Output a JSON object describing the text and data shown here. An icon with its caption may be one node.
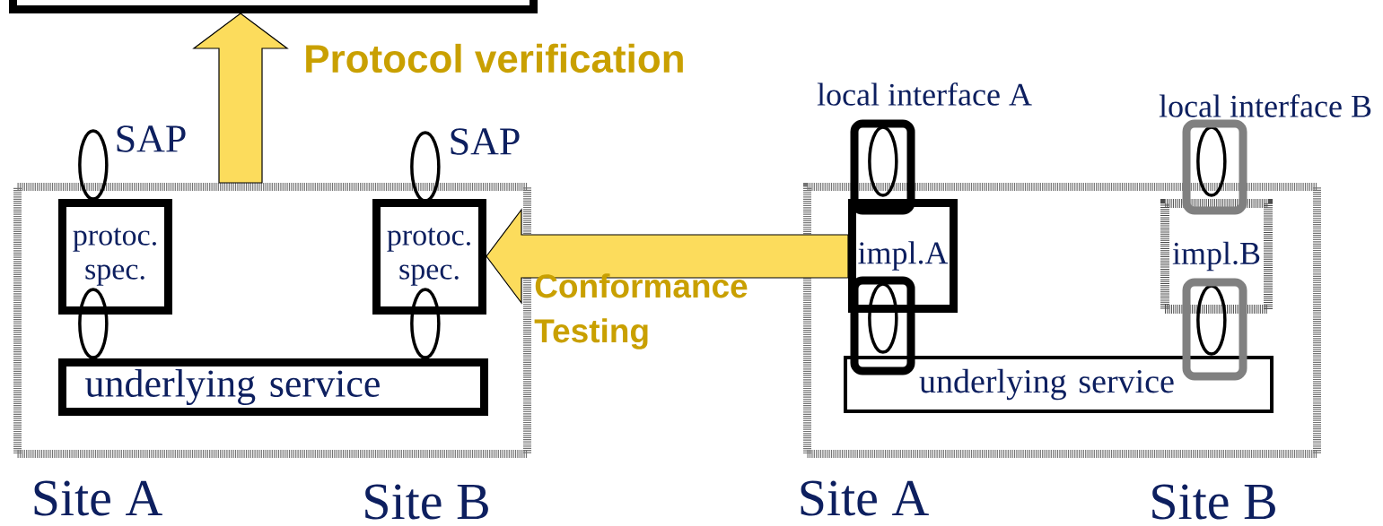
{
  "diagram": {
    "nodes": [
      {
        "text": [],
        "shape": "box"
      },
      {
        "text": [],
        "shape": "box"
      },
      {
        "text": [
          "protoc. spec."
        ],
        "in": 1
      },
      {
        "text": [
          "protoc. spec."
        ],
        "in": 1
      },
      {
        "text": [
          "underlying service"
        ],
        "in": 1
      },
      {
        "text": [],
        "shape": "box"
      },
      {
        "text": [
          "impl.A"
        ],
        "in": 5
      },
      {
        "text": [
          "impl.B"
        ],
        "in": 5
      },
      {
        "text": [
          "underlying service"
        ],
        "in": 5
      },
      {
        "text": [],
        "shape": "ellipse"
      },
      {
        "text": [],
        "shape": "ellipse",
        "in": 1
      },
      {
        "text": [],
        "shape": "ellipse"
      },
      {
        "text": [],
        "shape": "ellipse",
        "in": 1
      },
      {
        "text": [],
        "shape": "ellipse"
      },
      {
        "text": [],
        "shape": "ellipse",
        "in": 5
      },
      {
        "text": [],
        "shape": "ellipse"
      },
      {
        "text": [],
        "shape": "ellipse",
        "in": 5
      }
    ],
    "edges": [
      {
        "from": 1,
        "to": 0,
        "arrow": "to",
        "label": "Protocol verification"
      },
      {
        "from": 6,
        "to": 3,
        "arrow": "to",
        "label": "Conformance Testing"
      }
    ],
    "labels": [
      "SAP",
      "SAP",
      "local interface A",
      "local interface B",
      "Site A",
      "Site B",
      "Site A",
      "Site B"
    ]
  }
}
